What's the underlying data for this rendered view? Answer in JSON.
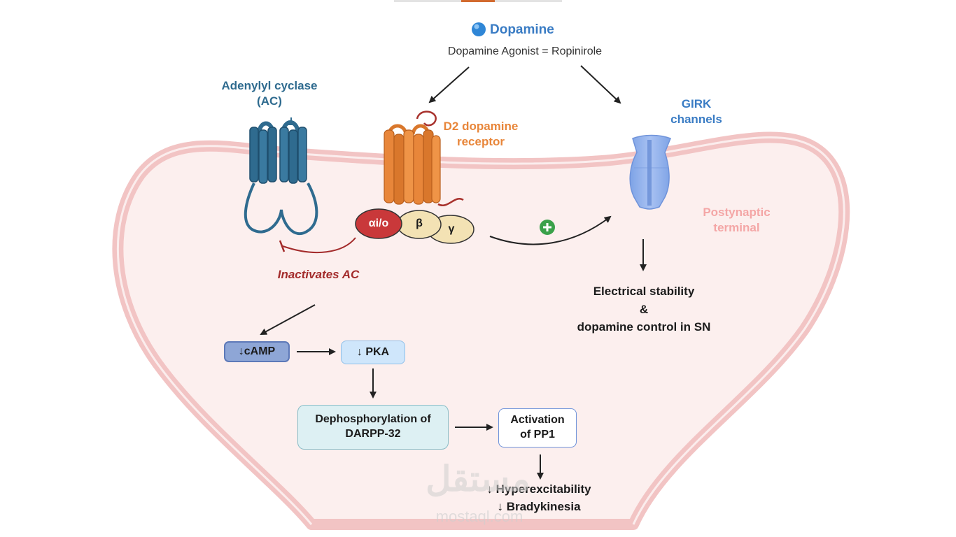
{
  "header": {
    "ligand_name": "Dopamine",
    "agonist_text": "Dopamine Agonist = Ropinirole"
  },
  "labels": {
    "adenylyl_cyclase": "Adenylyl cyclase (AC)",
    "d2_receptor": "D2 dopamine receptor",
    "girk": "GIRK channels",
    "postsynaptic": "Postynaptic terminal",
    "inactivates": "Inactivates AC"
  },
  "g_protein": {
    "alpha": "αi/o",
    "beta": "β",
    "gamma": "γ"
  },
  "boxes": {
    "camp": "↓cAMP",
    "pka": "↓ PKA",
    "darpp": "Dephosphorylation of DARPP-32",
    "pp1": "Activation of PP1"
  },
  "outcomes": {
    "electrical_1": "Electrical stability",
    "electrical_2": "&",
    "electrical_3": "dopamine control in SN",
    "hyper": "↓ Hyperexcitability",
    "brady": "↓ Bradykinesia"
  },
  "watermark": {
    "arabic": "مستقل",
    "latin": "mostaql.com"
  },
  "colors": {
    "membrane": "#f2c4c4",
    "cell_fill": "#fcefee",
    "ac_blue": "#2f6b8f",
    "d2_orange": "#e8863a",
    "girk_blue": "#8fb0ea",
    "alpha_red": "#c9383a",
    "beta_gamma": "#f3e2b4",
    "title_blue": "#3a7cc4",
    "inhibit_red": "#a32b2b",
    "plus_green": "#3aa14a"
  }
}
